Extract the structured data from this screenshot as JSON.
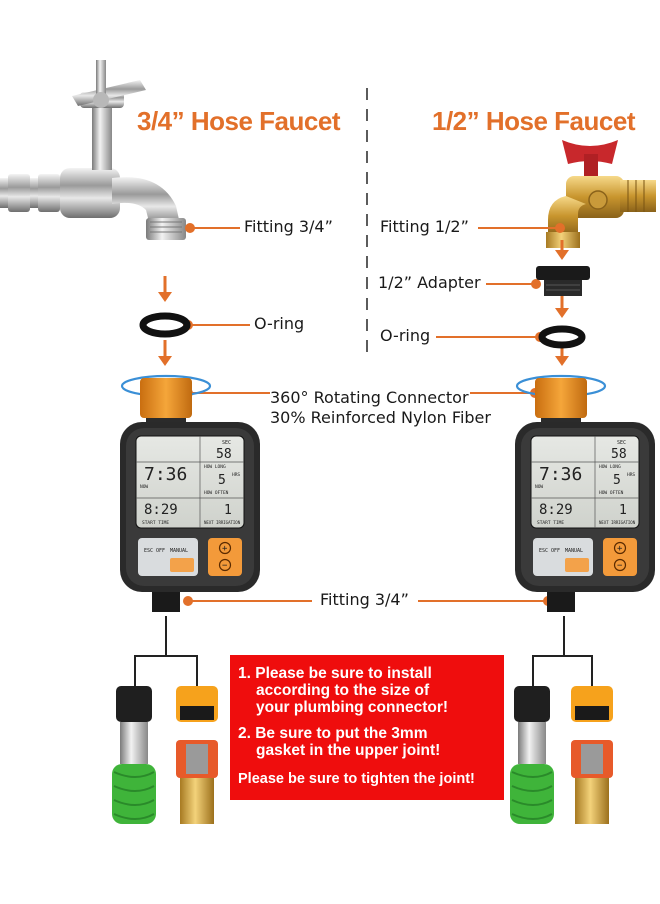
{
  "titles": {
    "left": "3/4” Hose Faucet",
    "right": "1/2” Hose Faucet"
  },
  "labels": {
    "fitting_34_top": "Fitting 3/4”",
    "fitting_12_top": "Fitting 1/2”",
    "adapter": "1/2” Adapter",
    "oring_left": "O-ring",
    "oring_right": "O-ring",
    "connector_line1": "360° Rotating Connector",
    "connector_line2": "30% Reinforced Nylon Fiber",
    "fitting_34_bottom": "Fitting 3/4”"
  },
  "warning": {
    "line1": "1. Please be sure to install",
    "line2": "according to the size of",
    "line3": "your plumbing connector!",
    "line4": "2. Be sure to put the 3mm",
    "line5": "gasket in the upper joint!",
    "line6": "Please be sure to tighten the joint!"
  },
  "lcd": {
    "sec_label": "SEC",
    "sec_value": "58",
    "time_value": "7:36",
    "how_long": "HOW LONG",
    "hrs_value": "5",
    "hrs_label": "HRS",
    "how_often": "HOW OFTEN",
    "now_label": "NOW",
    "start_value": "8:29",
    "start_label": "START TIME",
    "next_value": "1",
    "next_label": "NEXT IRRIGATION"
  },
  "buttons": {
    "esc": "ESC OFF",
    "manual": "MANUAL",
    "plus": "+",
    "minus": "−"
  },
  "colors": {
    "accent_orange": "#e2702a",
    "warning_red": "#ef0d0d",
    "hose_green": "#3fb43a",
    "faucet_red": "#c8282c"
  }
}
